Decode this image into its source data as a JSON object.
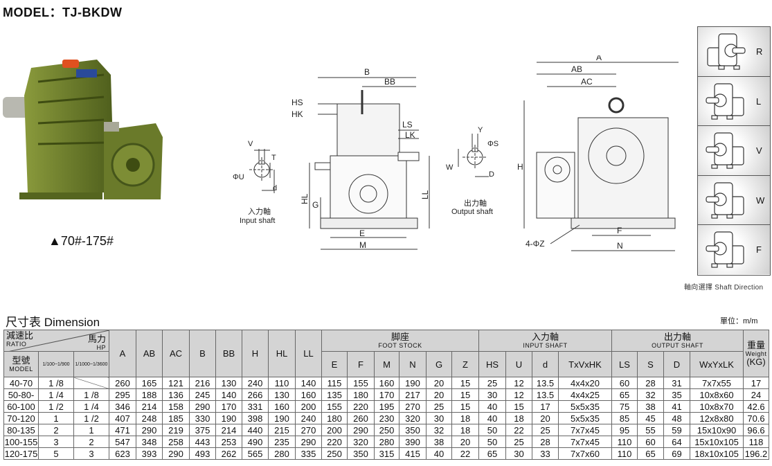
{
  "title": "MODEL：TJ-BKDW",
  "product_range": "▲70#-175#",
  "diagrams": {
    "side": {
      "B": "B",
      "BB": "BB",
      "HS": "HS",
      "HK": "HK",
      "LS": "LS",
      "LK": "LK",
      "HL": "HL",
      "G": "G",
      "LL": "LL",
      "E": "E",
      "M": "M"
    },
    "input_shaft": {
      "V": "V",
      "T": "T",
      "U": "ΦU",
      "d": "d",
      "cn": "入力軸",
      "en": "Input shaft"
    },
    "output_shaft": {
      "Y": "Y",
      "S": "ΦS",
      "W": "W",
      "D": "D",
      "cn": "出力軸",
      "en": "Output shaft"
    },
    "front": {
      "A": "A",
      "AB": "AB",
      "AC": "AC",
      "H": "H",
      "F": "F",
      "N": "N",
      "Z": "4-ΦZ"
    }
  },
  "shaft_direction": {
    "options": [
      "R",
      "L",
      "V",
      "W",
      "F"
    ],
    "caption": "軸向選擇  Shaft Direction"
  },
  "dimension": {
    "title": "尺寸表  Dimension",
    "unit": "單位：m/m",
    "header": {
      "ratio_cn": "減速比",
      "ratio_en": "RATIO",
      "hp_cn": "馬力",
      "hp_en": "HP",
      "model_cn": "型號",
      "model_en": "MODEL",
      "r1": "1/100~1/900",
      "r2": "1/1000~1/3600",
      "cols": [
        "A",
        "AB",
        "AC",
        "B",
        "BB",
        "H",
        "HL",
        "LL"
      ],
      "foot_cn": "脚座",
      "foot_en": "FOOT STOCK",
      "foot_cols": [
        "E",
        "F",
        "M",
        "N",
        "G",
        "Z"
      ],
      "input_cn": "入力軸",
      "input_en": "INPUT SHAFT",
      "input_cols": [
        "HS",
        "U",
        "d",
        "TxVxHK"
      ],
      "output_cn": "出力軸",
      "output_en": "OUTPUT SHAFT",
      "output_cols": [
        "LS",
        "S",
        "D",
        "WxYxLK"
      ],
      "weight_cn": "重量",
      "weight_en": "Weight",
      "weight_unit": "(KG)"
    },
    "rows": [
      [
        "40-70",
        "1 /8",
        "",
        "260",
        "165",
        "121",
        "216",
        "130",
        "240",
        "110",
        "140",
        "115",
        "155",
        "160",
        "190",
        "20",
        "15",
        "25",
        "12",
        "13.5",
        "4x4x20",
        "60",
        "28",
        "31",
        "7x7x55",
        "17"
      ],
      [
        "50-80-",
        "1 /4",
        "1 /8",
        "295",
        "188",
        "136",
        "245",
        "140",
        "266",
        "130",
        "160",
        "135",
        "180",
        "170",
        "217",
        "20",
        "15",
        "30",
        "12",
        "13.5",
        "4x4x25",
        "65",
        "32",
        "35",
        "10x8x60",
        "24"
      ],
      [
        "60-100",
        "1 /2",
        "1 /4",
        "346",
        "214",
        "158",
        "290",
        "170",
        "331",
        "160",
        "200",
        "155",
        "220",
        "195",
        "270",
        "25",
        "15",
        "40",
        "15",
        "17",
        "5x5x35",
        "75",
        "38",
        "41",
        "10x8x70",
        "42.6"
      ],
      [
        "70-120",
        "1",
        "1 /2",
        "407",
        "248",
        "185",
        "330",
        "190",
        "398",
        "190",
        "240",
        "180",
        "260",
        "230",
        "320",
        "30",
        "18",
        "40",
        "18",
        "20",
        "5x5x35",
        "85",
        "45",
        "48",
        "12x8x80",
        "70.6"
      ],
      [
        "80-135",
        "2",
        "1",
        "471",
        "290",
        "219",
        "375",
        "214",
        "440",
        "215",
        "270",
        "200",
        "290",
        "250",
        "350",
        "32",
        "18",
        "50",
        "22",
        "25",
        "7x7x45",
        "95",
        "55",
        "59",
        "15x10x90",
        "96.6"
      ],
      [
        "100-155",
        "3",
        "2",
        "547",
        "348",
        "258",
        "443",
        "253",
        "490",
        "235",
        "290",
        "220",
        "320",
        "280",
        "390",
        "38",
        "20",
        "50",
        "25",
        "28",
        "7x7x45",
        "110",
        "60",
        "64",
        "15x10x105",
        "118"
      ],
      [
        "120-175",
        "5",
        "3",
        "623",
        "393",
        "290",
        "493",
        "262",
        "565",
        "280",
        "335",
        "250",
        "350",
        "315",
        "415",
        "40",
        "22",
        "65",
        "30",
        "33",
        "7x7x60",
        "110",
        "65",
        "69",
        "18x10x105",
        "196.2"
      ]
    ]
  }
}
